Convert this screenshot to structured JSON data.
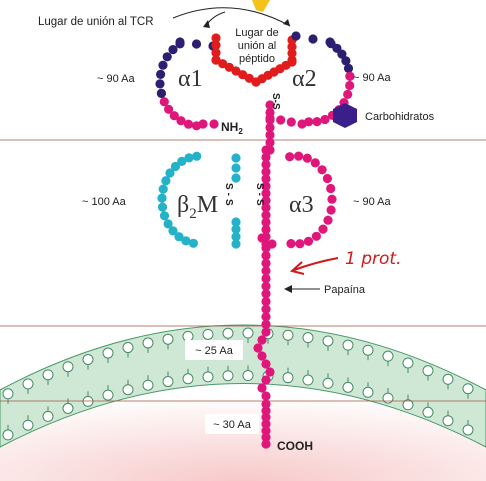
{
  "labels": {
    "tcr_site": "Lugar de unión al TCR",
    "peptide_site_1": "Lugar de",
    "peptide_site_2": "unión al",
    "peptide_site_3": "péptido",
    "aa_alpha1": "~ 90 Aa",
    "aa_alpha2": "~ 90 Aa",
    "aa_b2m": "~ 100 Aa",
    "aa_alpha3": "~ 90 Aa",
    "aa_tm": "~ 25 Aa",
    "aa_cyto": "~ 30 Aa",
    "alpha1": "α1",
    "alpha2": "α2",
    "alpha3": "α3",
    "b2m_beta": "β",
    "b2m_sub": "2",
    "b2m_m": "M",
    "nh2_n": "NH",
    "nh2_sub": "2",
    "cooh": "COOH",
    "carbohydrates": "Carbohidratos",
    "papain": "Papaína",
    "disulfide_top": "S-S",
    "disulfide_b2m": "S-S",
    "disulfide_a3": "S-S",
    "handwritten_note": "1 prot."
  },
  "colors": {
    "chain_magenta": "#e0177a",
    "chain_red": "#e01c1c",
    "chain_navy": "#2c1f72",
    "b2m_cyan": "#23b2c8",
    "carbohydrate": "#3a1f8a",
    "membrane_fill": "#cfe8d6",
    "membrane_outline": "#4a9a6a",
    "inner_cell": "#f6dede",
    "annotation_red": "#d21a1a",
    "guide_brown": "#a0583f"
  }
}
